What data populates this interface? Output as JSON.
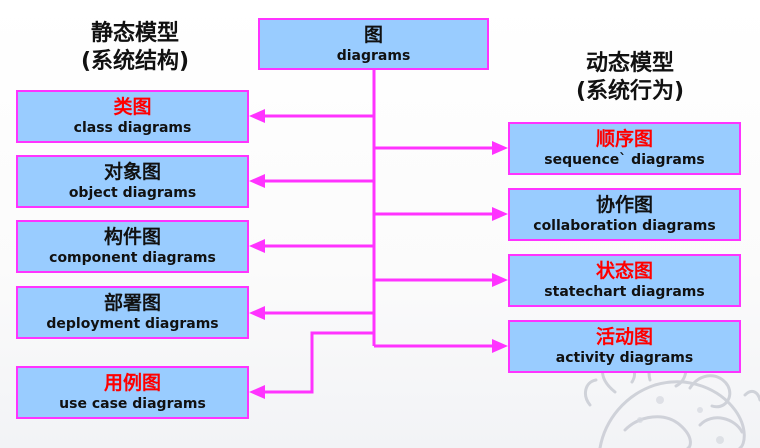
{
  "headings": {
    "static": [
      "静态模型",
      "(系统结构)"
    ],
    "dynamic": [
      "动态模型",
      "(系统行为)"
    ]
  },
  "root": {
    "zh": "图",
    "en": "diagrams"
  },
  "static_nodes": [
    {
      "id": "class",
      "zh": "类图",
      "en": "class diagrams",
      "highlight": true
    },
    {
      "id": "object",
      "zh": "对象图",
      "en": "object diagrams",
      "highlight": false
    },
    {
      "id": "component",
      "zh": "构件图",
      "en": "component diagrams",
      "highlight": false
    },
    {
      "id": "deployment",
      "zh": "部署图",
      "en": "deployment diagrams",
      "highlight": false
    },
    {
      "id": "usecase",
      "zh": "用例图",
      "en": "use case diagrams",
      "highlight": true
    }
  ],
  "dynamic_nodes": [
    {
      "id": "sequence",
      "zh": "顺序图",
      "en": "sequence` diagrams",
      "highlight": true
    },
    {
      "id": "collaboration",
      "zh": "协作图",
      "en": "collaboration diagrams",
      "highlight": false
    },
    {
      "id": "statechart",
      "zh": "状态图",
      "en": "statechart diagrams",
      "highlight": true
    },
    {
      "id": "activity",
      "zh": "活动图",
      "en": "activity diagrams",
      "highlight": true
    }
  ],
  "colors": {
    "box_fill": "#99ccff",
    "box_border": "#ff33ff",
    "connector": "#ff33ff",
    "highlight_text": "#ff0000",
    "text": "#111111"
  }
}
